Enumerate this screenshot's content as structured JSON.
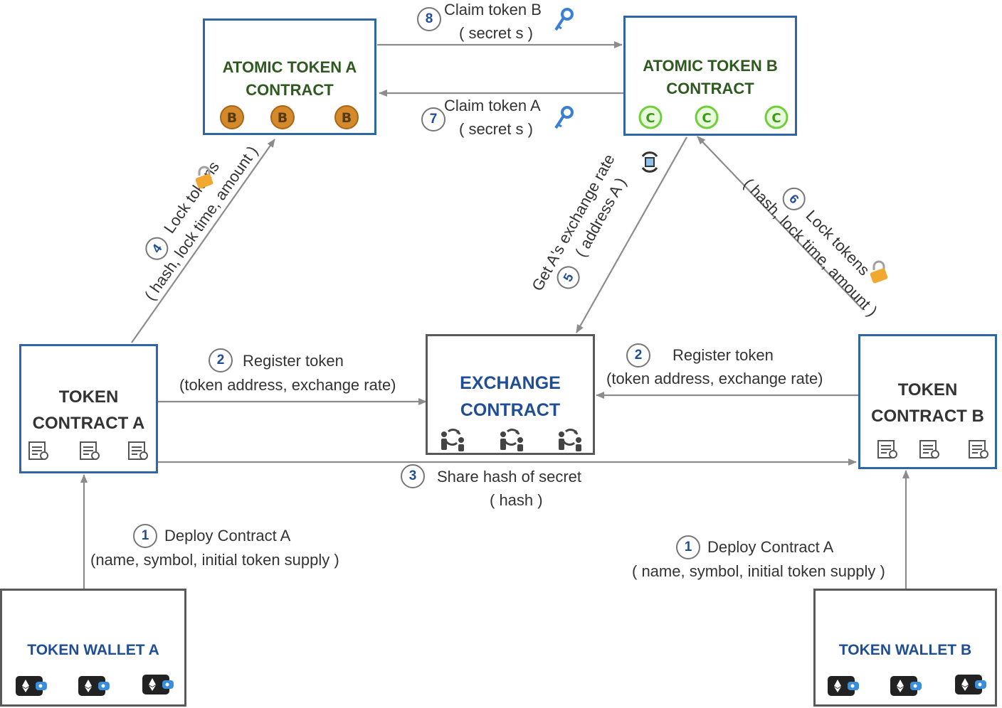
{
  "contracts": {
    "atomic_a": {
      "line1": "ATOMIC TOKEN A",
      "line2": "CONTRACT"
    },
    "atomic_b": {
      "line1": "ATOMIC TOKEN B",
      "line2": "CONTRACT"
    },
    "token_a": {
      "line1": "TOKEN",
      "line2": "CONTRACT A"
    },
    "token_b": {
      "line1": "TOKEN",
      "line2": "CONTRACT B"
    },
    "exchange": {
      "line1": "EXCHANGE",
      "line2": "CONTRACT"
    },
    "wallet_a": {
      "label": "TOKEN WALLET A"
    },
    "wallet_b": {
      "label": "TOKEN WALLET B"
    }
  },
  "steps": {
    "s1_left": {
      "num": "1",
      "title": "Deploy Contract A",
      "detail": "(name, symbol, initial token supply )"
    },
    "s1_right": {
      "num": "1",
      "title": "Deploy Contract A",
      "detail": "( name, symbol, initial token supply )"
    },
    "s2_left": {
      "num": "2",
      "title": "Register token",
      "detail": "(token address, exchange rate)"
    },
    "s2_right": {
      "num": "2",
      "title": "Register token",
      "detail": "(token address, exchange rate)"
    },
    "s3": {
      "num": "3",
      "title": "Share hash of secret",
      "detail": "( hash )"
    },
    "s4": {
      "num": "4",
      "title": "Lock tokens",
      "detail": "( hash, lock time, amount )"
    },
    "s5": {
      "num": "5",
      "title": "Get A's exchange rate",
      "detail": "( address A )"
    },
    "s6": {
      "num": "6",
      "title": "Lock tokens",
      "detail": "( hash, lock time, amount )"
    },
    "s7": {
      "num": "7",
      "title": "Claim token A",
      "detail": "( secret s )"
    },
    "s8": {
      "num": "8",
      "title": "Claim token B",
      "detail": "( secret s )"
    }
  },
  "icons": {
    "atomic_a": "bitcoin-icon",
    "atomic_b": "coin-c-icon",
    "token": "document-icon",
    "exchange": "exchange-people-icon",
    "wallet": "wallet-icon",
    "key": "key-icon",
    "lock": "lock-icon",
    "rate": "exchange-rate-icon"
  },
  "colors": {
    "box_blue": "#2f66a6",
    "box_gray": "#595959",
    "arrow": "#8c8c8c",
    "bitcoin": "#d4892a",
    "coin_green": "#6fcf3a",
    "key_blue": "#3a7fd5",
    "lock_orange": "#f0a830"
  }
}
